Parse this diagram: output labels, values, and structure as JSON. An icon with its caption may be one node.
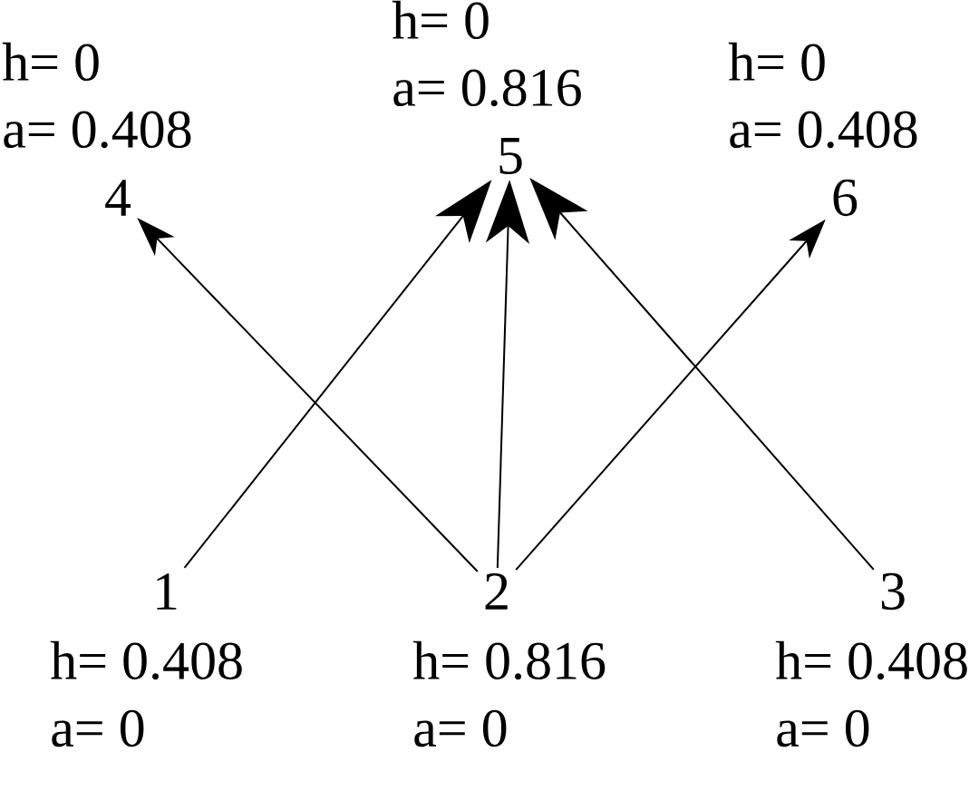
{
  "diagram": {
    "nodes": [
      {
        "text": [
          "1"
        ],
        "beside": [
          "h= 0.408",
          "a= 0"
        ]
      },
      {
        "text": [
          "2"
        ],
        "beside": [
          "h= 0.816",
          "a= 0"
        ]
      },
      {
        "text": [
          "3"
        ],
        "beside": [
          "h= 0.408",
          "a= 0"
        ]
      },
      {
        "text": [
          "4"
        ],
        "beside": [
          "h= 0",
          "a= 0.408"
        ]
      },
      {
        "text": [
          "5"
        ],
        "beside": [
          "h= 0",
          "a= 0.816"
        ]
      },
      {
        "text": [
          "6"
        ],
        "beside": [
          "h= 0",
          "a= 0.408"
        ]
      }
    ],
    "edges": [
      {
        "from": 0,
        "to": 4,
        "arrow": "to"
      },
      {
        "from": 1,
        "to": 3,
        "arrow": "to"
      },
      {
        "from": 1,
        "to": 4,
        "arrow": "to"
      },
      {
        "from": 1,
        "to": 5,
        "arrow": "to"
      },
      {
        "from": 2,
        "to": 4,
        "arrow": "to"
      }
    ]
  }
}
